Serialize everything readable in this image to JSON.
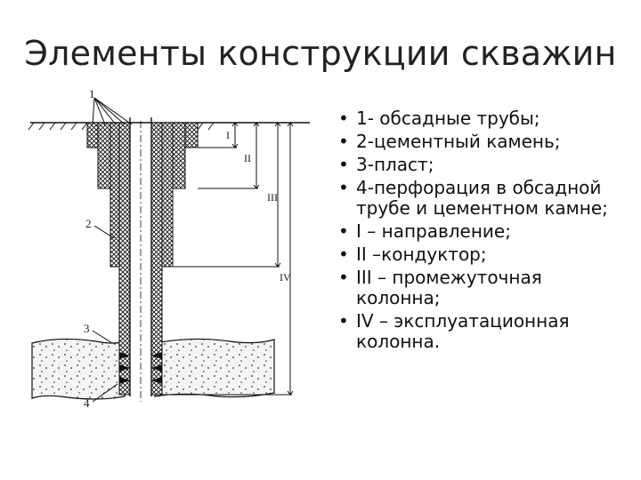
{
  "title": "Элементы конструкции скважин",
  "legend_items": [
    "1- обсадные трубы;",
    "2-цементный камень;",
    "3-пласт;",
    "4-перфорация в обсадной трубе и цементном камне;",
    "I – направление;",
    "II –кондуктор;",
    "III – промежуточная колонна;",
    "IV – эксплуатационная колонна."
  ],
  "diagram": {
    "labels": [
      "1",
      "2",
      "3",
      "4"
    ],
    "casing_labels": [
      "I",
      "II",
      "III",
      "IV"
    ]
  }
}
